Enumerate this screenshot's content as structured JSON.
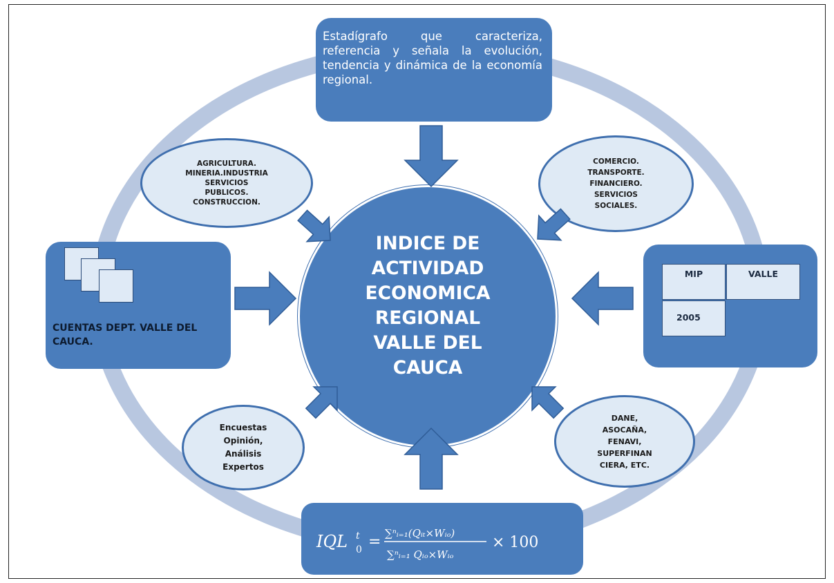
{
  "top_box": {
    "text": "Estadígrafo que caracteriza, referencia y señala la evolución, tendencia y dinámica de la economía regional."
  },
  "center": {
    "lines": [
      "INDICE DE",
      "ACTIVIDAD",
      "ECONOMICA",
      "REGIONAL",
      "VALLE DEL",
      "CAUCA"
    ]
  },
  "ovals": {
    "top_left": "AGRICULTURA.\nMINERIA.INDUSTRIA\nSERVICIOS\nPUBLICOS.\nCONSTRUCCION.",
    "top_right": "COMERCIO.\nTRANSPORTE.\nFINANCIERO.\nSERVICIOS\nSOCIALES.",
    "bottom_left": "Encuestas\nOpinión,\nAnálisis\nExpertos",
    "bottom_right": "DANE,\nASOCAÑA,\nFENAVI,\nSUPERFINAN\nCIERA, ETC."
  },
  "left_box": {
    "label": "CUENTAS DEPT. VALLE DEL CAUCA."
  },
  "right_box": {
    "mip": "MIP",
    "valle": "VALLE",
    "year": "2005"
  },
  "formula": {
    "lhs": "IQL",
    "lhs_sup": "t",
    "lhs_sub": "0",
    "numerator": "∑ⁿᵢ₌₁(Qᵢₜ×Wᵢₒ)",
    "denominator": "∑ⁿᵢ₌₁ Qᵢₒ×Wᵢₒ",
    "multiplier": "× 100"
  },
  "colors": {
    "box_blue": "#4a7dbc",
    "ring": "#b8c7e0",
    "oval_fill": "#dfeaf5",
    "oval_border": "#3f6fae"
  }
}
